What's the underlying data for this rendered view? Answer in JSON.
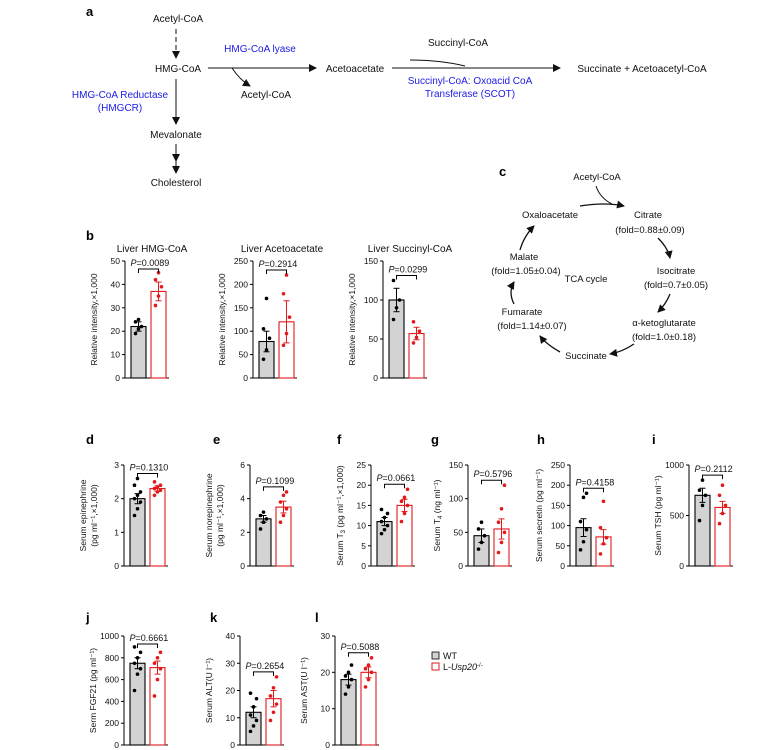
{
  "colors": {
    "wt_fill": "#d3d3d3",
    "ko_edge": "#e31a1c",
    "enzyme": "#1a1ae6",
    "dot_wt": "#000000",
    "dot_ko": "#e31a1c"
  },
  "panel_a": {
    "label": "a",
    "acetyl_coa_top": "Acetyl-CoA",
    "hmg_coa": "HMG-CoA",
    "hmgcr_line1": "HMG-CoA Reductase",
    "hmgcr_line2": "(HMGCR)",
    "mevalonate": "Mevalonate",
    "cholesterol": "Cholesterol",
    "hmg_coa_lyase": "HMG-CoA lyase",
    "acetyl_coa_side": "Acetyl-CoA",
    "acetoacetate": "Acetoacetate",
    "succinyl_coa": "Succinyl-CoA",
    "scot_line1": "Succinyl-CoA: Oxoacid CoA",
    "scot_line2": "Transferase (SCOT)",
    "products": "Succinate + Acetoacetyl-CoA"
  },
  "panel_c": {
    "label": "c",
    "acetyl_coa": "Acetyl-CoA",
    "citrate": "Citrate",
    "citrate_fold": "(fold=0.88±0.09)",
    "isocitrate": "Isocitrate",
    "isocitrate_fold": "(fold=0.7±0.05)",
    "akg": "α-ketoglutarate",
    "akg_fold": "(fold=1.0±0.18)",
    "succinate": "Succinate",
    "fumarate": "Fumarate",
    "fumarate_fold": "(fold=1.14±0.07)",
    "malate": "Malate",
    "malate_fold": "(fold=1.05±0.04)",
    "oxaloacetate": "Oxaloacetate",
    "center": "TCA cycle"
  },
  "legend": {
    "wt": "WT",
    "ko_prefix": "L-",
    "ko_gene": "Usp20",
    "ko_sup": "-/-"
  },
  "chart_data": [
    {
      "type": "bar",
      "panel": "b",
      "title": "Liver HMG-CoA",
      "ylabel_main": "Relative intensity,×1,000",
      "ylabel_sup": "",
      "ylabel_tail": "",
      "ylim": [
        0,
        50
      ],
      "yticks": [
        "0",
        "10",
        "20",
        "30",
        "40",
        "50"
      ],
      "p_text": "P=0.0089",
      "categories": [
        "WT",
        "L-Usp20-/-"
      ],
      "values": [
        22,
        37
      ],
      "errors": [
        2,
        4
      ],
      "points": [
        [
          19,
          21,
          22,
          24,
          25
        ],
        [
          31,
          35,
          39,
          42,
          45
        ]
      ]
    },
    {
      "type": "bar",
      "panel": "b",
      "title": "Liver Acetoacetate",
      "ylabel_main": "Relative intensity,×1,000",
      "ylabel_sup": "",
      "ylabel_tail": "",
      "ylim": [
        0,
        250
      ],
      "yticks": [
        "0",
        "50",
        "100",
        "150",
        "200",
        "250"
      ],
      "p_text": "P=0.2914",
      "categories": [
        "WT",
        "L-Usp20-/-"
      ],
      "values": [
        78,
        120
      ],
      "errors": [
        22,
        45
      ],
      "points": [
        [
          40,
          60,
          85,
          105,
          170
        ],
        [
          70,
          95,
          130,
          180,
          220
        ]
      ]
    },
    {
      "type": "bar",
      "panel": "b",
      "title": "Liver Succinyl-CoA",
      "ylabel_main": "Relative intensity,×1,000",
      "ylabel_sup": "",
      "ylabel_tail": "",
      "ylim": [
        0,
        150
      ],
      "yticks": [
        "0",
        "50",
        "100",
        "150"
      ],
      "p_text": "P=0.0299",
      "categories": [
        "WT",
        "L-Usp20-/-"
      ],
      "values": [
        100,
        57
      ],
      "errors": [
        15,
        8
      ],
      "points": [
        [
          75,
          90,
          100,
          125
        ],
        [
          45,
          52,
          60,
          72
        ]
      ]
    },
    {
      "type": "bar",
      "panel": "d",
      "title": "",
      "ylabel_main": "Serum epinephrine",
      "ylabel_sup": "",
      "ylabel_tail": "(pg ml⁻¹,×1,000)",
      "ylim": [
        0,
        3
      ],
      "yticks": [
        "0",
        "1",
        "2",
        "3"
      ],
      "p_text": "P=0.1310",
      "categories": [
        "WT",
        "L-Usp20-/-"
      ],
      "values": [
        2.0,
        2.3
      ],
      "errors": [
        0.15,
        0.08
      ],
      "points": [
        [
          1.5,
          1.7,
          1.9,
          2.0,
          2.1,
          2.2,
          2.4,
          2.6
        ],
        [
          2.1,
          2.2,
          2.25,
          2.3,
          2.35,
          2.4,
          2.5
        ]
      ]
    },
    {
      "type": "bar",
      "panel": "e",
      "title": "",
      "ylabel_main": "Serum norepinephrine",
      "ylabel_sup": "",
      "ylabel_tail": "(pg ml⁻¹,×1,000)",
      "ylim": [
        0,
        6
      ],
      "yticks": [
        "0",
        "2",
        "4",
        "6"
      ],
      "p_text": "P=0.1099",
      "categories": [
        "WT",
        "L-Usp20-/-"
      ],
      "values": [
        2.8,
        3.5
      ],
      "errors": [
        0.2,
        0.35
      ],
      "points": [
        [
          2.2,
          2.6,
          2.8,
          3.0,
          3.2
        ],
        [
          2.6,
          3.0,
          3.4,
          3.8,
          4.2,
          4.4
        ]
      ]
    },
    {
      "type": "bar",
      "panel": "f",
      "title": "",
      "ylabel_main": "Serum T",
      "ylabel_sup": "3",
      "ylabel_tail": " (pg ml⁻¹,×1,000)",
      "ylim": [
        0,
        25
      ],
      "yticks": [
        "0",
        "5",
        "10",
        "15",
        "20",
        "25"
      ],
      "p_text": "P=0.0661",
      "categories": [
        "WT",
        "L-Usp20-/-"
      ],
      "values": [
        11,
        15
      ],
      "errors": [
        1.0,
        1.5
      ],
      "points": [
        [
          8,
          9,
          10,
          11,
          12,
          13,
          14
        ],
        [
          11,
          13,
          15,
          16,
          17,
          19
        ]
      ]
    },
    {
      "type": "bar",
      "panel": "g",
      "title": "",
      "ylabel_main": "Serum T",
      "ylabel_sup": "4",
      "ylabel_tail": " (ng ml⁻¹)",
      "ylim": [
        0,
        150
      ],
      "yticks": [
        "0",
        "50",
        "100",
        "150"
      ],
      "p_text": "P=0.5796",
      "categories": [
        "WT",
        "L-Usp20-/-"
      ],
      "values": [
        45,
        55
      ],
      "errors": [
        10,
        15
      ],
      "points": [
        [
          25,
          35,
          45,
          55,
          65
        ],
        [
          20,
          35,
          50,
          65,
          85,
          120
        ]
      ]
    },
    {
      "type": "bar",
      "panel": "h",
      "title": "",
      "ylabel_main": "Serum secretin (pg ml⁻¹)",
      "ylabel_sup": "",
      "ylabel_tail": "",
      "ylim": [
        0,
        250
      ],
      "yticks": [
        "0",
        "50",
        "100",
        "150",
        "200",
        "250"
      ],
      "p_text": "P=0.4158",
      "categories": [
        "WT",
        "L-Usp20-/-"
      ],
      "values": [
        95,
        72
      ],
      "errors": [
        22,
        18
      ],
      "points": [
        [
          40,
          60,
          90,
          110,
          170,
          180
        ],
        [
          30,
          55,
          70,
          95,
          160
        ]
      ]
    },
    {
      "type": "bar",
      "panel": "i",
      "title": "",
      "ylabel_main": "Serum TSH  (pg ml⁻¹)",
      "ylabel_sup": "",
      "ylabel_tail": "",
      "ylim": [
        0,
        1000
      ],
      "yticks": [
        "0",
        "500",
        "1000"
      ],
      "p_text": "P=0.2112",
      "categories": [
        "WT",
        "L-Usp20-/-"
      ],
      "values": [
        700,
        580
      ],
      "errors": [
        70,
        60
      ],
      "points": [
        [
          450,
          600,
          700,
          750,
          850
        ],
        [
          420,
          520,
          600,
          700,
          800
        ]
      ]
    },
    {
      "type": "bar",
      "panel": "j",
      "title": "",
      "ylabel_main": "Serm FGF21 (pg ml⁻¹)",
      "ylabel_sup": "",
      "ylabel_tail": "",
      "ylim": [
        0,
        1000
      ],
      "yticks": [
        "0",
        "200",
        "400",
        "600",
        "800",
        "1000"
      ],
      "p_text": "P=0.6661",
      "categories": [
        "WT",
        "L-Usp20-/-"
      ],
      "values": [
        750,
        710
      ],
      "errors": [
        50,
        60
      ],
      "points": [
        [
          500,
          650,
          700,
          750,
          800,
          850,
          900
        ],
        [
          450,
          600,
          700,
          750,
          800,
          850
        ]
      ]
    },
    {
      "type": "bar",
      "panel": "k",
      "title": "",
      "ylabel_main": "Serum ALT(U l⁻¹)",
      "ylabel_sup": "",
      "ylabel_tail": "",
      "ylim": [
        0,
        40
      ],
      "yticks": [
        "0",
        "10",
        "20",
        "30",
        "40"
      ],
      "p_text": "P=0.2654",
      "categories": [
        "WT",
        "L-Usp20-/-"
      ],
      "values": [
        12,
        17
      ],
      "errors": [
        2,
        3
      ],
      "points": [
        [
          5,
          7,
          9,
          11,
          14,
          17,
          19
        ],
        [
          9,
          12,
          15,
          18,
          21,
          25
        ]
      ]
    },
    {
      "type": "bar",
      "panel": "l",
      "title": "",
      "ylabel_main": "Serum AST(U l⁻¹)",
      "ylabel_sup": "",
      "ylabel_tail": "",
      "ylim": [
        0,
        30
      ],
      "yticks": [
        "0",
        "10",
        "20",
        "30"
      ],
      "p_text": "P=0.5088",
      "categories": [
        "WT",
        "L-Usp20-/-"
      ],
      "values": [
        18,
        20
      ],
      "errors": [
        1.5,
        1.5
      ],
      "points": [
        [
          14,
          16,
          18,
          19,
          20,
          22
        ],
        [
          16,
          18,
          20,
          21,
          22,
          24
        ]
      ]
    }
  ]
}
